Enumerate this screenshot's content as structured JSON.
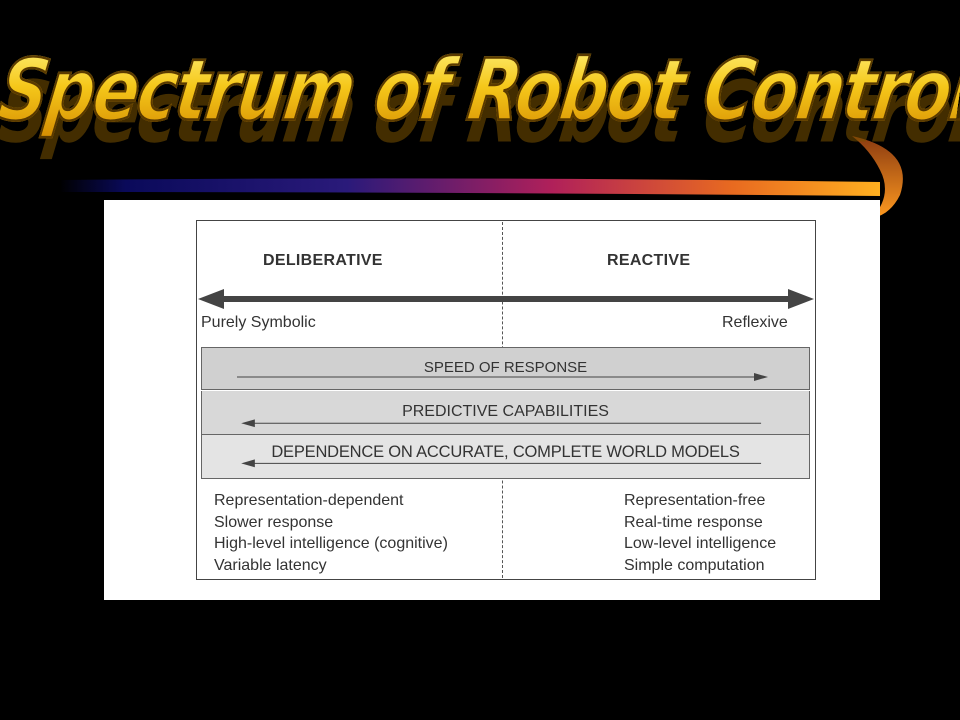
{
  "slide": {
    "title": "Spectrum of Robot Control"
  },
  "diagram": {
    "left_heading": "DELIBERATIVE",
    "right_heading": "REACTIVE",
    "left_end_label": "Purely Symbolic",
    "right_end_label": "Reflexive",
    "bands": [
      {
        "label": "SPEED OF RESPONSE",
        "direction": "right"
      },
      {
        "label": "PREDICTIVE CAPABILITIES",
        "direction": "left"
      },
      {
        "label": "DEPENDENCE ON ACCURATE, COMPLETE WORLD MODELS",
        "direction": "left"
      }
    ],
    "left_properties": [
      "Representation-dependent",
      "Slower response",
      "High-level intelligence (cognitive)",
      "Variable latency"
    ],
    "right_properties": [
      "Representation-free",
      "Real-time response",
      "Low-level intelligence",
      "Simple computation"
    ]
  },
  "colors": {
    "background": "#000000",
    "title_gold": "#f5c71a",
    "swoosh_start": "#0a0a5a",
    "swoosh_mid": "#b0205a",
    "swoosh_end": "#ffb020"
  }
}
